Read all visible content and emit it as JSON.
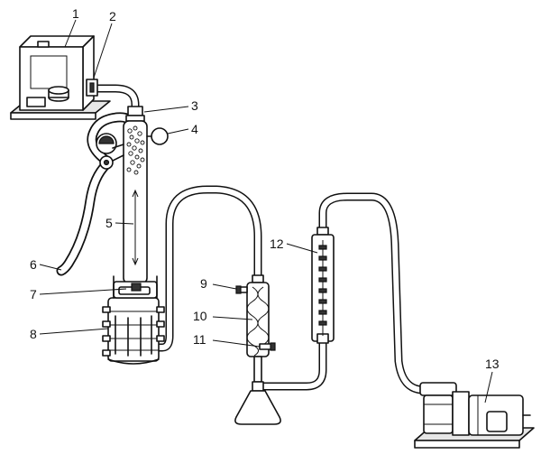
{
  "labels": [
    {
      "id": "1",
      "text": "1",
      "part": "pump-unit"
    },
    {
      "id": "2",
      "text": "2",
      "part": "hose-connector"
    },
    {
      "id": "3",
      "text": "3",
      "part": "column-top-fitting"
    },
    {
      "id": "4",
      "text": "4",
      "part": "gauge"
    },
    {
      "id": "5",
      "text": "5",
      "part": "bubble-column"
    },
    {
      "id": "6",
      "text": "6",
      "part": "inlet-hose"
    },
    {
      "id": "7",
      "text": "7",
      "part": "column-base"
    },
    {
      "id": "8",
      "text": "8",
      "part": "cooling-jacket"
    },
    {
      "id": "9",
      "text": "9",
      "part": "condenser-inlet"
    },
    {
      "id": "10",
      "text": "10",
      "part": "condenser"
    },
    {
      "id": "11",
      "text": "11",
      "part": "condenser-outlet"
    },
    {
      "id": "12",
      "text": "12",
      "part": "flowmeter"
    },
    {
      "id": "13",
      "text": "13",
      "part": "vacuum-pump"
    }
  ]
}
